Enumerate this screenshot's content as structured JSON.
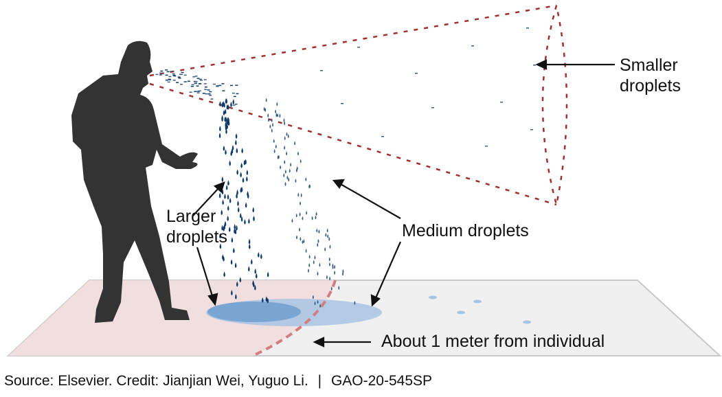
{
  "labels": {
    "smaller": [
      "Smaller",
      "droplets"
    ],
    "larger": [
      "Larger",
      "droplets"
    ],
    "medium": "Medium droplets",
    "distance": "About 1 meter from individual"
  },
  "caption": {
    "source": "Source: Elsevier. Credit: Jianjian Wei, Yuguo Li.",
    "separator": "|",
    "report_id": "GAO-20-545SP"
  },
  "colors": {
    "silhouette": "#333333",
    "droplet_dark": "#0e3a6b",
    "droplet_light": "#3a5f86",
    "cone_outline": "#a03030",
    "floor_near": "#f0dcdc",
    "floor_far": "#f0f0f0",
    "floor_edge": "#c8c8c8",
    "pool_large": "#6f9fd0",
    "pool_medium": "#a8c4e4",
    "distance_line": "#d07e7e",
    "arrow": "#111111"
  }
}
